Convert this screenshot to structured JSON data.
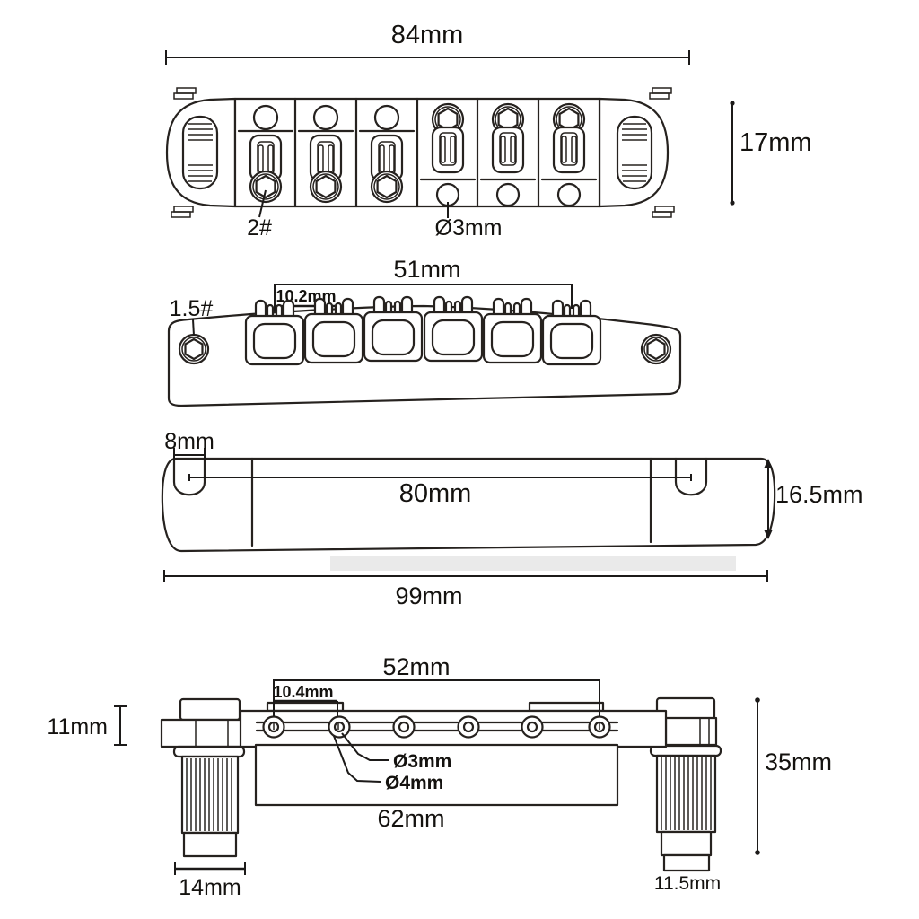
{
  "image_type": "technical line drawing with dimensions",
  "subject": "Guitar roller bridge and stop tailpiece dimension diagram",
  "colors": {
    "background": "#ffffff",
    "line": "#26221f",
    "text": "#14120f",
    "artifact": "#d9d9d9"
  },
  "views": {
    "bridge_top": {
      "title": "roller bridge top view",
      "width": "84mm",
      "height": "17mm",
      "saddle_screw": "2#",
      "string_hole_diameter": "Ø3mm"
    },
    "bridge_side": {
      "title": "roller bridge side view",
      "saddle_span": "51mm",
      "string_spacing": "10.2mm",
      "height_adjust_screw": "1.5#"
    },
    "tailpiece": {
      "title": "stop tailpiece view",
      "notch_width": "8mm",
      "stud_spacing": "80mm",
      "height": "16.5mm",
      "overall_width": "99mm"
    },
    "bridge_front": {
      "title": "bridge front view with mounting posts",
      "hole_span": "52mm",
      "hole_spacing": "10.4mm",
      "plate_height": "11mm",
      "string_hole_diameter": "Ø3mm",
      "hole_outer_diameter": "Ø4mm",
      "plate_width": "62mm",
      "overall_height": "35mm",
      "left_bushing_width": "14mm",
      "right_bushing_width": "11.5mm"
    }
  }
}
